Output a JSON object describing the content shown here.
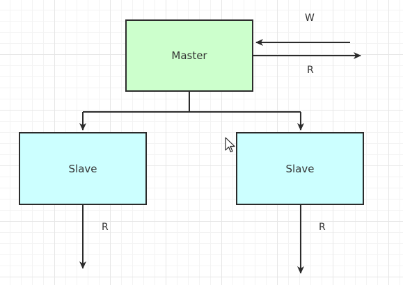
{
  "diagram": {
    "nodes": {
      "master": {
        "label": "Master",
        "color": "#ccffcc"
      },
      "slave_left": {
        "label": "Slave",
        "color": "#ccffff"
      },
      "slave_right": {
        "label": "Slave",
        "color": "#ccffff"
      }
    },
    "edges": {
      "write_in": {
        "label": "W",
        "from": "external",
        "to": "master"
      },
      "read_master": {
        "label": "R",
        "from": "master",
        "to": "external"
      },
      "master_to_slave_left": {
        "label": "",
        "from": "master",
        "to": "slave_left"
      },
      "master_to_slave_right": {
        "label": "",
        "from": "master",
        "to": "slave_right"
      },
      "read_slave_left": {
        "label": "R",
        "from": "slave_left",
        "to": "external"
      },
      "read_slave_right": {
        "label": "R",
        "from": "slave_right",
        "to": "external"
      }
    },
    "cursor_icon": "mouse-pointer-icon",
    "line_color": "#2b2b2b"
  }
}
